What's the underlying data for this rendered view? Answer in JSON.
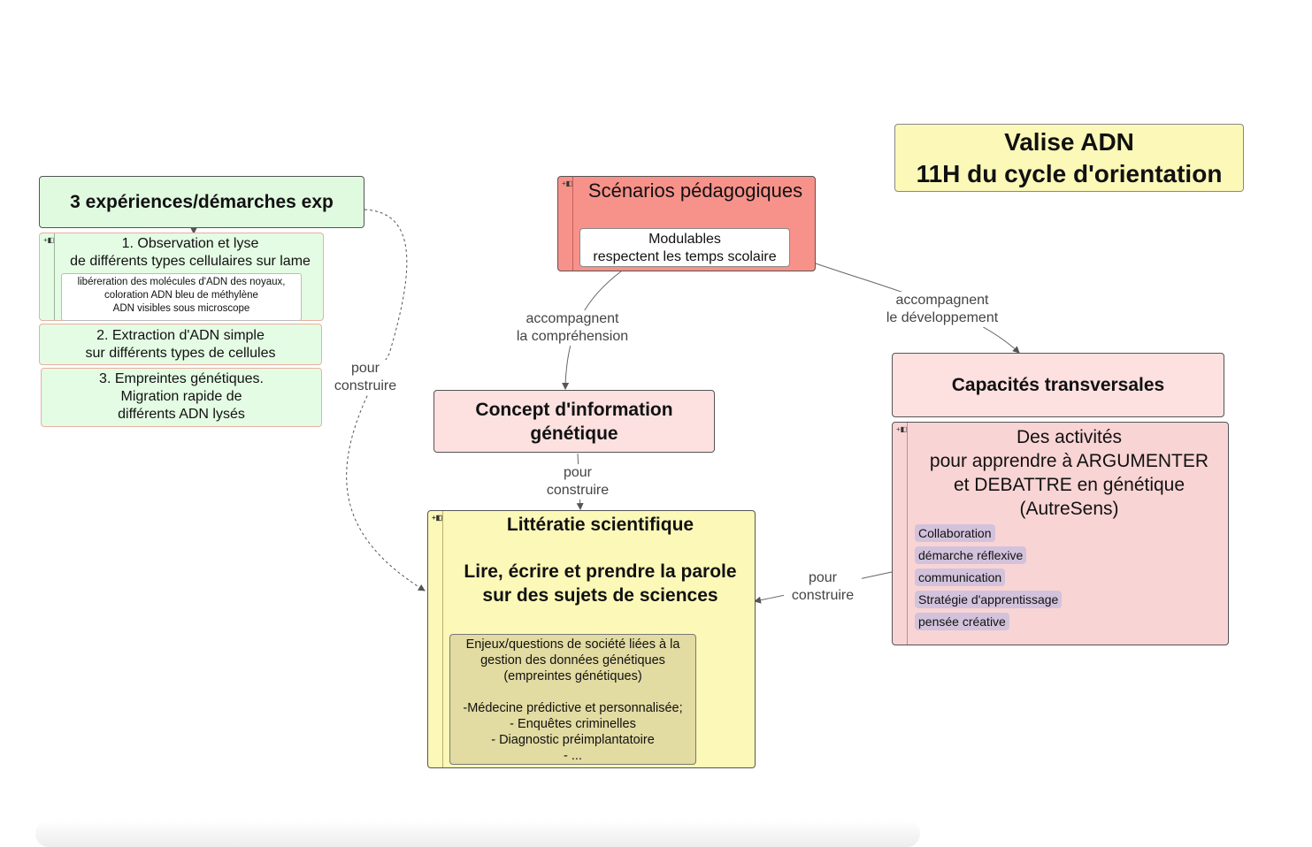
{
  "title": {
    "line1": "Valise ADN",
    "line2": "11H du cycle d'orientation"
  },
  "experiences": {
    "header": "3 expériences/démarches exp",
    "item1": {
      "line1": "1. Observation et lyse",
      "line2": "de différents types cellulaires sur lame",
      "note": {
        "line1": "libéreration des molécules d'ADN des noyaux,",
        "line2": "coloration ADN bleu de méthylène",
        "line3": "ADN visibles sous microscope"
      }
    },
    "item2": {
      "line1": "2. Extraction d'ADN simple",
      "line2": "sur différents types de cellules"
    },
    "item3": {
      "line1": "3. Empreintes génétiques.",
      "line2": "Migration rapide de",
      "line3": "différents ADN lysés"
    }
  },
  "scenarios": {
    "header": "Scénarios pédagogiques",
    "note": {
      "line1": "Modulables",
      "line2": "respectent les temps scolaire"
    }
  },
  "concept": {
    "line1": "Concept d'information",
    "line2": "génétique"
  },
  "capacites": {
    "header": "Capacités transversales"
  },
  "activites": {
    "line1": "Des activités",
    "line2": "pour apprendre à ARGUMENTER",
    "line3": "et DEBATTRE en génétique",
    "line4": "(AutreSens)",
    "skills": [
      "Collaboration",
      "démarche réflexive",
      "communication",
      "Stratégie d'apprentissage",
      "pensée créative"
    ]
  },
  "litteratie": {
    "title": "Littératie scientifique",
    "subtitle1": "Lire, écrire et prendre la parole",
    "subtitle2": "sur des sujets de sciences",
    "note": {
      "line1": "Enjeux/questions de société liées à la",
      "line2": "gestion des données génétiques",
      "line3": "(empreintes génétiques)",
      "line4": "-Médecine prédictive et personnalisée;",
      "line5": "- Enquêtes criminelles",
      "line6": "- Diagnostic préimplantatoire",
      "line7": "- ..."
    }
  },
  "links": {
    "accomp_comprehension": {
      "line1": "accompagnent",
      "line2": "la compréhension"
    },
    "accomp_developpement": {
      "line1": "accompagnent",
      "line2": "le développement"
    },
    "pour_construire_left": {
      "line1": "pour",
      "line2": "construire"
    },
    "pour_construire_center": {
      "line1": "pour",
      "line2": "construire"
    },
    "pour_construire_right": {
      "line1": "pour",
      "line2": "construire"
    }
  }
}
